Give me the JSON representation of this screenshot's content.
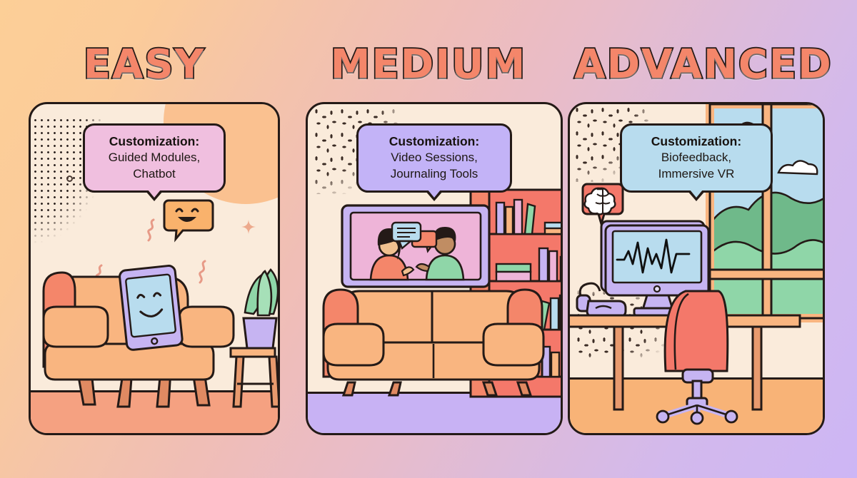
{
  "page": {
    "background_start": "#fccf97",
    "background_end": "#cdb6f5",
    "outline_color": "#241a17"
  },
  "columns": [
    {
      "key": "easy",
      "title": "EASY",
      "title_color": "#f4866a",
      "card_bg": "#faebdb",
      "floor_color": "#f5a181",
      "bubble": {
        "bg": "#f0bfdf",
        "heading": "Customization:",
        "line1": "Guided Modules,",
        "line2": "Chatbot"
      },
      "scene": {
        "name": "living-room-armchair-tablet",
        "items": [
          "armchair",
          "tablet-smiley",
          "potted-plant",
          "side-table",
          "chat-bubble-smiley",
          "halftone-dots",
          "squiggles",
          "sparkle"
        ],
        "chair_body": "#f9b580",
        "chair_side": "#f4866a",
        "tablet_frame": "#c6b4f2",
        "tablet_screen": "#b8dcee",
        "plant_leaf": "#8fd6a8",
        "plant_pot": "#c6b4f2"
      }
    },
    {
      "key": "medium",
      "title": "MEDIUM",
      "title_color": "#f4866a",
      "card_bg": "#faebdb",
      "floor_color": "#c8b2f4",
      "bubble": {
        "bg": "#c3b3f7",
        "heading": "Customization:",
        "line1": "Video Sessions,",
        "line2": "Journaling Tools"
      },
      "scene": {
        "name": "living-room-video-session",
        "items": [
          "wall-screen-video-call",
          "two-people-talking",
          "speech-bubbles",
          "sofa",
          "bookshelf",
          "books",
          "confetti-speckle"
        ],
        "screen_frame": "#c6b4f2",
        "screen_bg": "#eeb4d8",
        "person_left_top": "#f4866a",
        "person_right_top": "#8fd6a8",
        "sofa_body": "#f9b580",
        "sofa_arm": "#f4866a",
        "shelf_color": "#f4786a"
      }
    },
    {
      "key": "advanced",
      "title": "ADVANCED",
      "title_color": "#f4866a",
      "card_bg": "#faebdb",
      "floor_color": "#f8b377",
      "bubble": {
        "bg": "#b8dcee",
        "heading": "Customization:",
        "line1": "Biofeedback,",
        "line2": "Immersive VR"
      },
      "scene": {
        "name": "home-office-biofeedback-vr",
        "items": [
          "brain-badge-icon",
          "monitor-waveform",
          "vr-headset",
          "desk",
          "office-chair",
          "window",
          "clouds",
          "green-hills",
          "speckle-texture"
        ],
        "monitor_frame": "#c6b4f2",
        "monitor_screen": "#b8dcee",
        "chair_color": "#f4786a",
        "desk_color": "#f8b377",
        "sky_color": "#b8dcee",
        "hill_near": "#8fd6a8",
        "hill_far": "#6fb98a",
        "badge_color": "#f4786a"
      }
    }
  ]
}
